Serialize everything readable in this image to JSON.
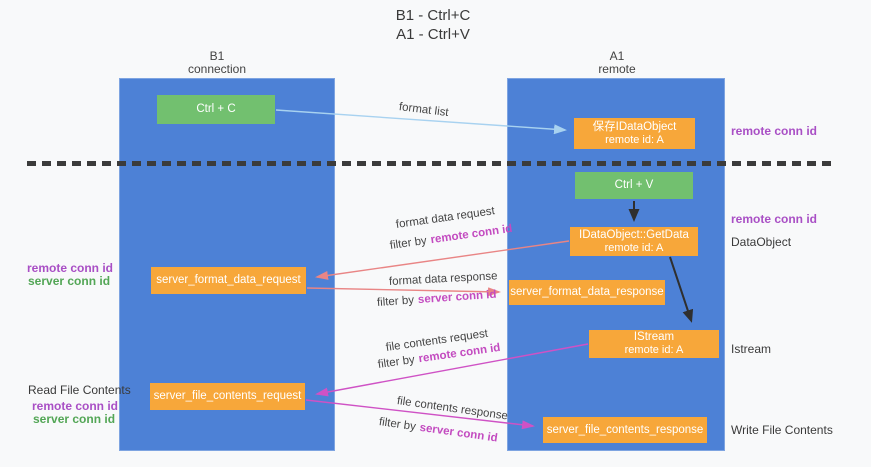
{
  "colors": {
    "background": "#f8f9fa",
    "column_blue": "#4d81d6",
    "node_green": "#72c06f",
    "node_orange": "#f7a73a",
    "purple": "#a94fc5",
    "magenta": "#c34bc0",
    "green_text": "#53a656",
    "arrow_lightblue": "#a8d2f0",
    "arrow_salmon": "#e98585",
    "arrow_magenta": "#cf52c5",
    "arrow_black": "#2f2f2f",
    "text_dark": "#3a3a3a"
  },
  "title": {
    "line1": "B1 - Ctrl+C",
    "line2": "A1 - Ctrl+V"
  },
  "columns": {
    "left": {
      "name": "B1",
      "role": "connection"
    },
    "right": {
      "name": "A1",
      "role": "remote"
    }
  },
  "nodes": {
    "ctrl_c": {
      "label": "Ctrl + C"
    },
    "save_idataobject": {
      "line1": "保存IDataObject",
      "line2": "remote id: A"
    },
    "ctrl_v": {
      "label": "Ctrl + V"
    },
    "getdata": {
      "line1": "IDataObject::GetData",
      "line2": "remote id: A"
    },
    "server_format_data_request": {
      "label": "server_format_data_request"
    },
    "server_format_data_response": {
      "label": "server_format_data_response"
    },
    "istream": {
      "line1": "IStream",
      "line2": "remote id: A"
    },
    "server_file_contents_request": {
      "label": "server_file_contents_request"
    },
    "server_file_contents_response": {
      "label": "server_file_contents_response"
    }
  },
  "flows": {
    "format_list": {
      "label": "format list"
    },
    "format_data_request": {
      "label": "format data request",
      "filter_prefix": "filter by",
      "filter_key": "remote conn id"
    },
    "format_data_response": {
      "label": "format data response",
      "filter_prefix": "filter by",
      "filter_key": "server conn id"
    },
    "file_contents_request": {
      "label": "file contents request",
      "filter_prefix": "filter by",
      "filter_key": "remote conn id"
    },
    "file_contents_response": {
      "label": "file contents response",
      "filter_prefix": "filter by",
      "filter_key": "server conn id"
    }
  },
  "side_labels": {
    "right_top_remote_conn_id": "remote conn id",
    "right_mid_remote_conn_id": "remote conn id",
    "right_dataobject": "DataObject",
    "right_istream": "Istream",
    "right_write_file_contents": "Write File Contents",
    "left_remote_conn_id_1": "remote conn id",
    "left_server_conn_id_1": "server conn id",
    "left_read_file_contents": "Read File Contents",
    "left_remote_conn_id_2": "remote conn id",
    "left_server_conn_id_2": "server conn id"
  }
}
